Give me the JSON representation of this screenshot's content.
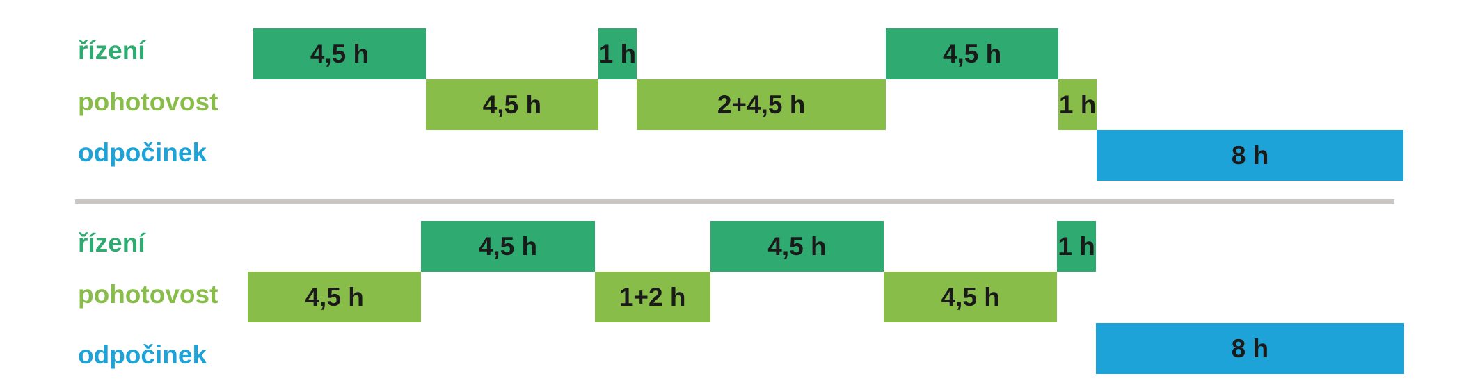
{
  "colors": {
    "rizeni": "#2fab72",
    "pohotovost": "#89bd4a",
    "odpocinek": "#1ea3d8",
    "divider": "#cbc6c1"
  },
  "labels": {
    "rizeni": "řízení",
    "pohotovost": "pohotovost",
    "odpocinek": "odpočinek"
  },
  "scenarios": [
    {
      "rows": [
        {
          "key": "rizeni",
          "blocks": [
            {
              "label": "4,5 h",
              "start": 0,
              "end": 4.5
            },
            {
              "label": "1 h",
              "start": 9,
              "end": 10
            },
            {
              "label": "4,5 h",
              "start": 16.5,
              "end": 21
            }
          ]
        },
        {
          "key": "pohotovost",
          "blocks": [
            {
              "label": "4,5 h",
              "start": 4.5,
              "end": 9
            },
            {
              "label": "2+4,5 h",
              "start": 10,
              "end": 16.5
            },
            {
              "label": "1 h",
              "start": 21,
              "end": 22
            }
          ]
        },
        {
          "key": "odpocinek",
          "blocks": [
            {
              "label": "8 h",
              "start": 22,
              "end": 30
            }
          ]
        }
      ]
    },
    {
      "rows": [
        {
          "key": "rizeni",
          "blocks": [
            {
              "label": "4,5 h",
              "start": 4.5,
              "end": 9
            },
            {
              "label": "4,5 h",
              "start": 12,
              "end": 16.5
            },
            {
              "label": "1 h",
              "start": 21,
              "end": 22
            }
          ]
        },
        {
          "key": "pohotovost",
          "blocks": [
            {
              "label": "4,5 h",
              "start": 0,
              "end": 4.5
            },
            {
              "label": "1+2 h",
              "start": 9,
              "end": 12
            },
            {
              "label": "4,5 h",
              "start": 16.5,
              "end": 21
            }
          ]
        },
        {
          "key": "odpocinek",
          "blocks": [
            {
              "label": "8 h",
              "start": 22,
              "end": 30
            }
          ]
        }
      ]
    }
  ]
}
